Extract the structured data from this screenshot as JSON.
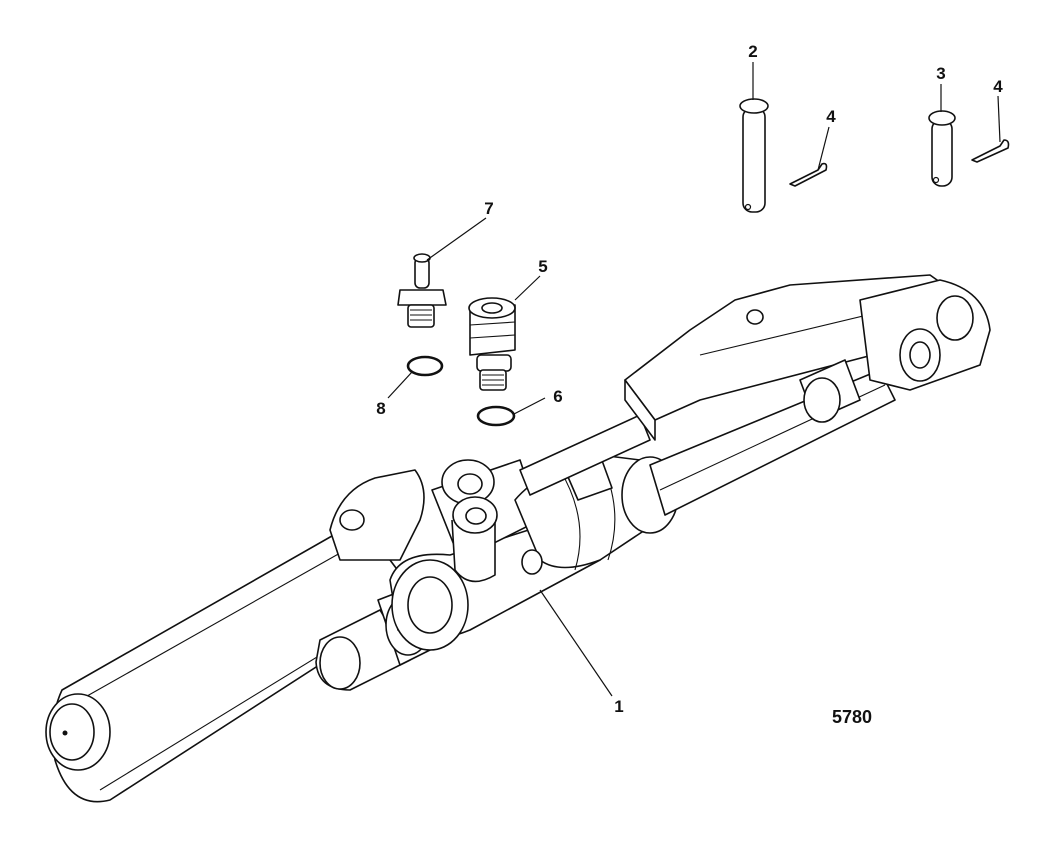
{
  "figure_number": "5780",
  "callouts": [
    {
      "id": "c1",
      "label": "1"
    },
    {
      "id": "c2",
      "label": "2"
    },
    {
      "id": "c3",
      "label": "3"
    },
    {
      "id": "c4a",
      "label": "4"
    },
    {
      "id": "c4b",
      "label": "4"
    },
    {
      "id": "c5",
      "label": "5"
    },
    {
      "id": "c6",
      "label": "6"
    },
    {
      "id": "c7",
      "label": "7"
    },
    {
      "id": "c8",
      "label": "8"
    }
  ]
}
